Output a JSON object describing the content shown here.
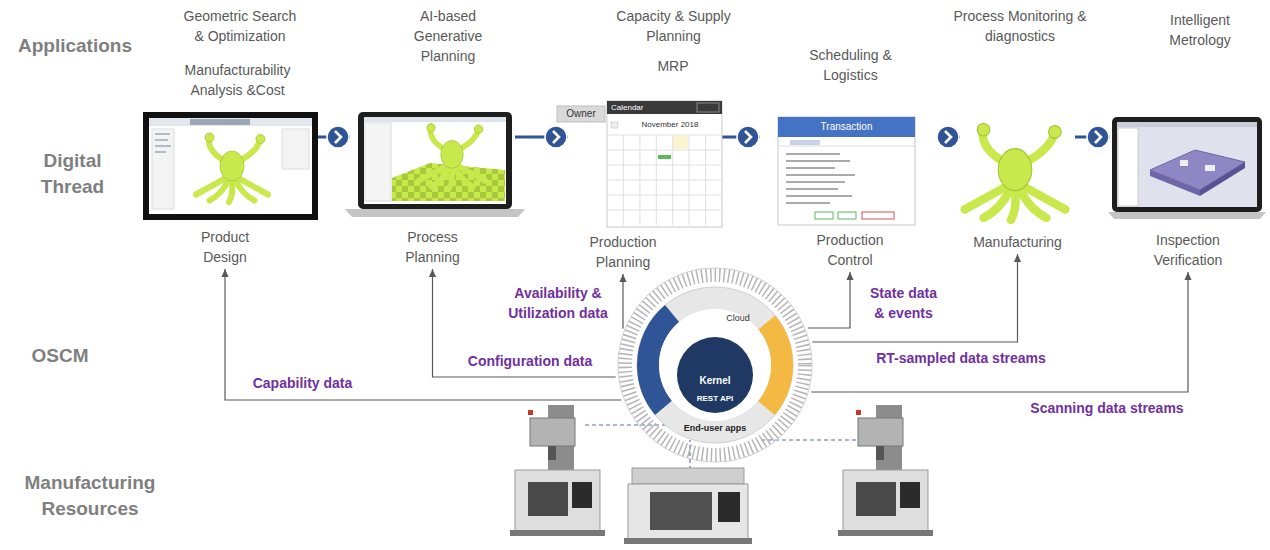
{
  "diagram": {
    "nodes": [
      {
        "text": [
          "Product Design"
        ]
      },
      {
        "text": [
          "Process Planning"
        ]
      },
      {
        "text": [
          "Production Planning"
        ]
      },
      {
        "text": [
          "Production Control"
        ]
      },
      {
        "text": [
          "Manufacturing"
        ]
      },
      {
        "text": [
          "Inspection Verification"
        ]
      },
      {
        "text": [
          "Cloud",
          "Kernel",
          "REST API",
          "End-user apps"
        ]
      }
    ],
    "edges": [
      {
        "from": 0,
        "to": 1,
        "arrow": "to"
      },
      {
        "from": 1,
        "to": 2,
        "arrow": "to"
      },
      {
        "from": 2,
        "to": 3,
        "arrow": "to"
      },
      {
        "from": 3,
        "to": 4,
        "arrow": "to"
      },
      {
        "from": 4,
        "to": 5,
        "arrow": "to"
      },
      {
        "from": 6,
        "to": 0,
        "label": "Capability data",
        "arrow": "to"
      },
      {
        "from": 6,
        "to": 1,
        "label": "Configuration data",
        "arrow": "to"
      },
      {
        "from": 6,
        "to": 2,
        "label": "Availability & Utilization data",
        "arrow": "to"
      },
      {
        "from": 6,
        "to": 3,
        "label": "State data & events",
        "arrow": "to"
      },
      {
        "from": 6,
        "to": 4,
        "label": "RT-sampled data streams",
        "arrow": "to"
      },
      {
        "from": 6,
        "to": 5,
        "label": "Scanning data streams",
        "arrow": "to"
      }
    ],
    "labels": [
      "Applications",
      "Digital Thread",
      "OSCM",
      "Manufacturing Resources",
      "Geometric Search & Optimization",
      "Manufacturability Analysis &Cost",
      "AI-based Generative Planning",
      "Capacity & Supply Planning",
      "MRP",
      "Scheduling & Logistics",
      "Process Monitoring & diagnostics",
      "Intelligent Metrology",
      "Owner",
      "Calendar",
      "November 2018",
      "Transaction"
    ]
  }
}
